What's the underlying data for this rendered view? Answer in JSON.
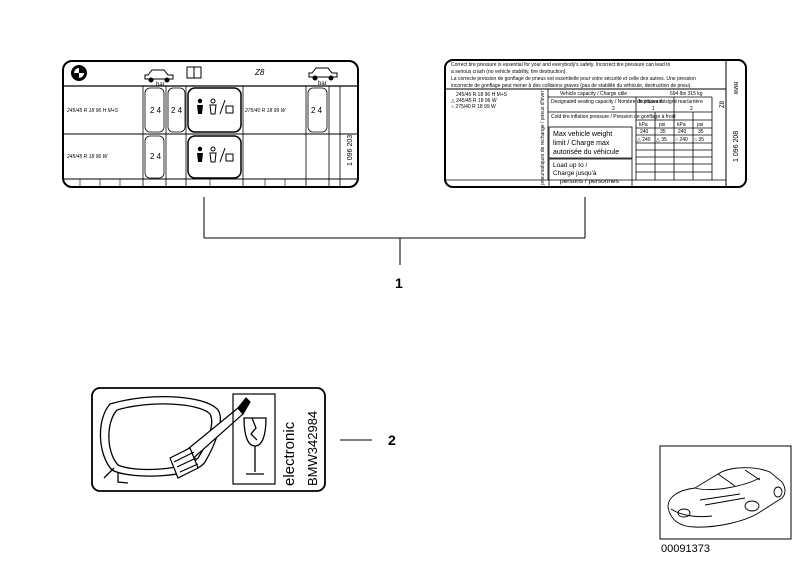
{
  "callouts": {
    "part1": "1",
    "part2": "2"
  },
  "reference_number": "00091373",
  "label_left": {
    "model": "Z8",
    "unit": "bar",
    "part_number": "1 096 203",
    "tire_front_highspeed": "245/45 R 18 96 H M+S",
    "tire_front": "245/45 R 18 96 W",
    "tire_rear": "275/40 R 18 99 W",
    "pressure_a": "2 4",
    "pressure_b": "2 4",
    "pressure_c": "2 4",
    "pressure_d": "2 4"
  },
  "label_right": {
    "header_lines": [
      "Correct tire pressure is essential for your and everybody's safety.   Incorrect tire pressure can lead to",
      "a serious crash (no vehicle stability, tire destruction).",
      "La correcte pression de gonflage de pneus est essentielle pour votre sécurité    et celle des autres. Une pression",
      "incorrecte de gonflage peut mener à des collisions graves (pas de stabilité du    véhicule, destruction de pneu)."
    ],
    "side_code": "Z8",
    "side_brand": "BMW",
    "side_number": "1 096 208",
    "rotated_caption": "pneumatiques de rechange / pneus d'hiver",
    "capacity_title": "Vehicle capacity / Charge utile",
    "capacity_value": "694 lbs  315 kg",
    "seating_label": "Designated seating capacity / Nombre de places désigné",
    "seating_value": "2",
    "front_label": "front/avant",
    "rear_label": "rear/arrière",
    "front_count": "1",
    "rear_count": "2",
    "coldtire_label": "Cold tire inflation pressure / Pression de gonflage à froid",
    "unit_kpa": "kPa",
    "unit_psi": "psi",
    "tire_sizes": [
      "245/45 R 18 96 H M+S",
      "△ 245/45 R 18 96 W",
      "○ 275/40 R 18 99 W"
    ],
    "row1": [
      "240",
      "35",
      "240",
      "35"
    ],
    "row2": [
      "△ 240",
      "△ 35",
      "○ 240",
      "○ 35"
    ],
    "weight_label": [
      "Max vehicle weight",
      "limit / Charge max",
      "autorisée du véhicule"
    ],
    "load_label": [
      "Load up to /",
      "Charge jusqu'à",
      "persons / personnes"
    ]
  },
  "label_small": {
    "word": "electronic",
    "code": "BMW342984"
  }
}
